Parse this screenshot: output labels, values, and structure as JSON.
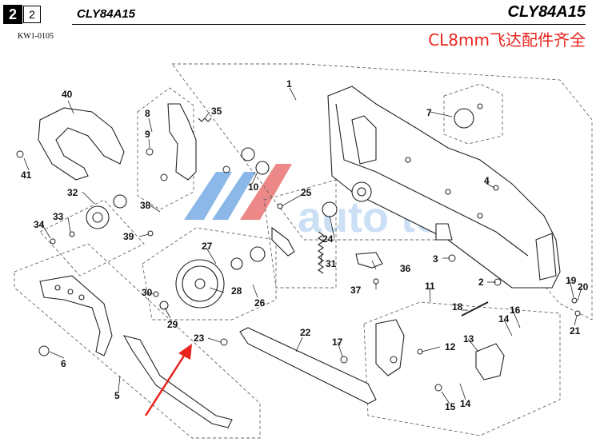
{
  "header": {
    "page_number_box": "2",
    "page_number_plain": "2",
    "model_left": "CLY84A15",
    "model_right": "CLY84A15",
    "doc_code": "KW1-0105",
    "watermark": "CL8mm飞达配件齐全"
  },
  "colors": {
    "watermark_red": "#e8231d",
    "arrow_red": "#e8231d",
    "logo_blue": "#2e7fd6",
    "logo_red": "#e02828"
  },
  "background_logo": {
    "text": "auto tools"
  },
  "callouts": [
    {
      "id": "part-1",
      "label": "1"
    },
    {
      "id": "part-2",
      "label": "2"
    },
    {
      "id": "part-3",
      "label": "3"
    },
    {
      "id": "part-4",
      "label": "4"
    },
    {
      "id": "part-5",
      "label": "5"
    },
    {
      "id": "part-6",
      "label": "6"
    },
    {
      "id": "part-7",
      "label": "7"
    },
    {
      "id": "part-8",
      "label": "8"
    },
    {
      "id": "part-9",
      "label": "9"
    },
    {
      "id": "part-10",
      "label": "10"
    },
    {
      "id": "part-11",
      "label": "11"
    },
    {
      "id": "part-12",
      "label": "12"
    },
    {
      "id": "part-13",
      "label": "13"
    },
    {
      "id": "part-14a",
      "label": "14"
    },
    {
      "id": "part-14b",
      "label": "14"
    },
    {
      "id": "part-15",
      "label": "15"
    },
    {
      "id": "part-16",
      "label": "16"
    },
    {
      "id": "part-17",
      "label": "17"
    },
    {
      "id": "part-18",
      "label": "18"
    },
    {
      "id": "part-19",
      "label": "19"
    },
    {
      "id": "part-20",
      "label": "20"
    },
    {
      "id": "part-21",
      "label": "21"
    },
    {
      "id": "part-22",
      "label": "22"
    },
    {
      "id": "part-23",
      "label": "23"
    },
    {
      "id": "part-24",
      "label": "24"
    },
    {
      "id": "part-25",
      "label": "25"
    },
    {
      "id": "part-26",
      "label": "26"
    },
    {
      "id": "part-27",
      "label": "27"
    },
    {
      "id": "part-28",
      "label": "28"
    },
    {
      "id": "part-29",
      "label": "29"
    },
    {
      "id": "part-30",
      "label": "30"
    },
    {
      "id": "part-31",
      "label": "31"
    },
    {
      "id": "part-32",
      "label": "32"
    },
    {
      "id": "part-33",
      "label": "33"
    },
    {
      "id": "part-34",
      "label": "34"
    },
    {
      "id": "part-35",
      "label": "35"
    },
    {
      "id": "part-36",
      "label": "36"
    },
    {
      "id": "part-37",
      "label": "37"
    },
    {
      "id": "part-38",
      "label": "38"
    },
    {
      "id": "part-39",
      "label": "39"
    },
    {
      "id": "part-40",
      "label": "40"
    },
    {
      "id": "part-41",
      "label": "41"
    }
  ]
}
